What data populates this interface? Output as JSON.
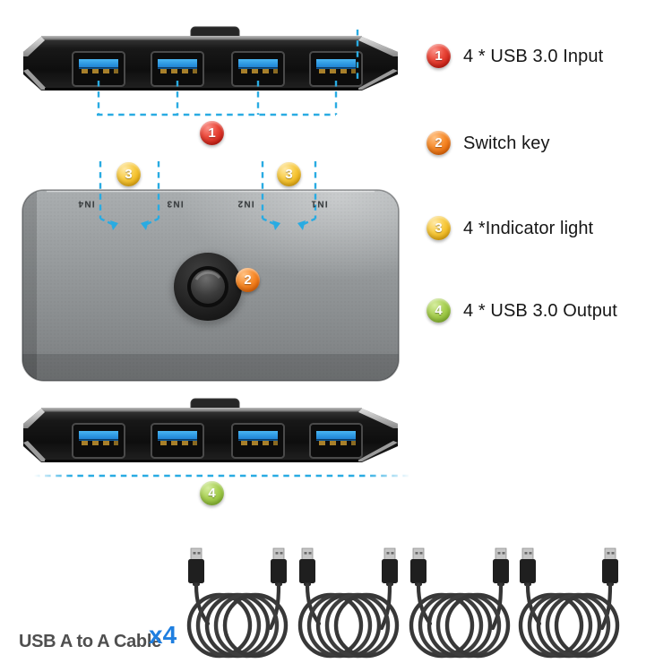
{
  "legend": {
    "items": [
      {
        "num": "1",
        "label": "4 * USB 3.0 Input",
        "color": "#d02318"
      },
      {
        "num": "2",
        "label": "Switch key",
        "color": "#e86a0a"
      },
      {
        "num": "3",
        "label": "4 *Indicator light",
        "color": "#eaaf14"
      },
      {
        "num": "4",
        "label": "4 * USB 3.0 Output",
        "color": "#8cbc34"
      }
    ]
  },
  "diagram": {
    "port_labels": [
      "IN4",
      "IN3",
      "IN2",
      "IN1"
    ],
    "callout_dash_color": "#29abe2",
    "usb_port_count": 4
  },
  "caption": {
    "text": "USB A to A Cable",
    "count": "x4",
    "count_color": "#1f7fe0"
  }
}
